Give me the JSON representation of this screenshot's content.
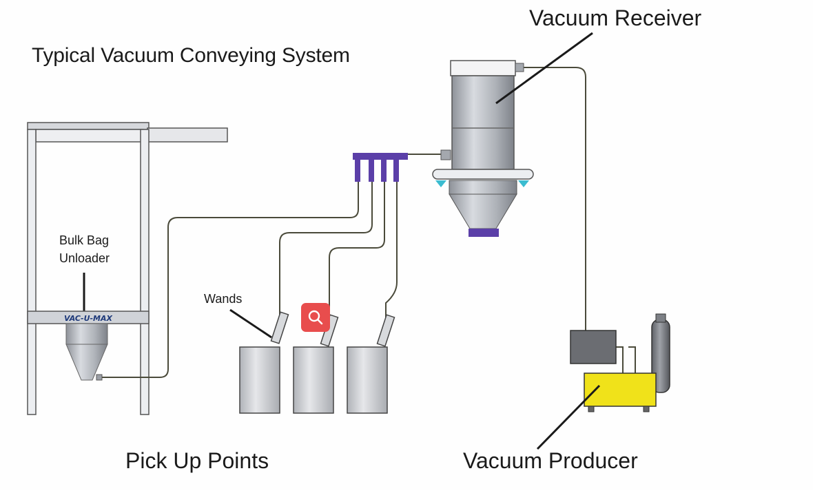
{
  "diagram": {
    "title": "Typical Vacuum Conveying System",
    "labels": {
      "vacuum_receiver": "Vacuum Receiver",
      "bulk_bag_line1": "Bulk Bag",
      "bulk_bag_line2": "Unloader",
      "wands": "Wands",
      "pick_up_points": "Pick Up Points",
      "vacuum_producer": "Vacuum Producer"
    },
    "brand_plate": "VAC-U-MAX",
    "icons": {
      "zoom": "magnifier-icon"
    },
    "colors": {
      "line": "#4a4a3a",
      "frame": "#d2d4d8",
      "cylinder": "#b8bcc2",
      "manifold": "#5b3fa8",
      "producer": "#f0e21a",
      "motor": "#6b6d72",
      "mount": "#3bbcd0",
      "zoom_button": "#e84d4d"
    }
  }
}
